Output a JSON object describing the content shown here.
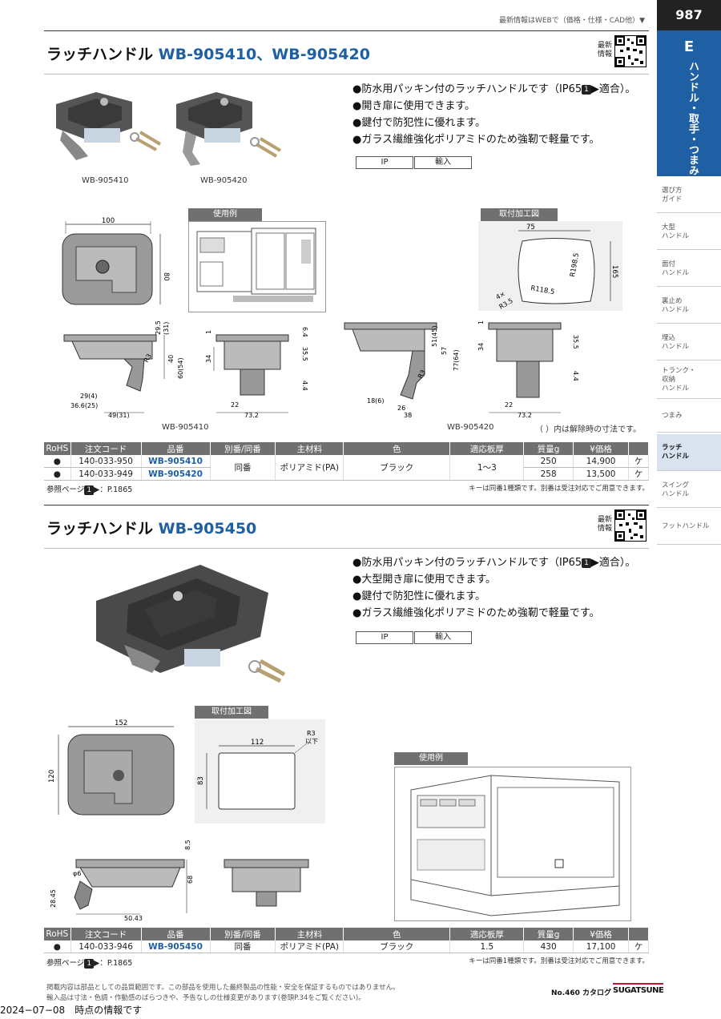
{
  "header": {
    "note": "最新情報はWEBで（価格・仕様・CAD他）▼"
  },
  "sidebar": {
    "page_number": "987",
    "category_letter": "E",
    "category_name": "ハンドル・取手・つまみ",
    "items": [
      {
        "label": "選び方\nガイド"
      },
      {
        "label": "大型\nハンドル"
      },
      {
        "label": "面付\nハンドル"
      },
      {
        "label": "裏止め\nハンドル"
      },
      {
        "label": "埋込\nハンドル"
      },
      {
        "label": "トランク・\n収納\nハンドル"
      },
      {
        "label": "つまみ"
      },
      {
        "label": "ラッチ\nハンドル"
      },
      {
        "label": "スイング\nハンドル"
      },
      {
        "label": "フットハンドル"
      }
    ]
  },
  "section1": {
    "title_prefix": "ラッチハンドル ",
    "title_codes": "WB-905410、WB-905420",
    "qr_label": "最新\n情報",
    "features": [
      {
        "pre": "●防水用パッキン付のラッチハンドルです（IP65",
        "badge": "1",
        "post": "適合）。"
      },
      {
        "text": "●開き扉に使用できます。"
      },
      {
        "text": "●鍵付で防犯性に優れます。"
      },
      {
        "text": "●ガラス繊維強化ポリアミドのため強靭で軽量です。"
      }
    ],
    "tags": [
      "IP",
      "輸入"
    ],
    "photo_caption_1": "WB-905410",
    "photo_caption_2": "WB-905420",
    "usage_label": "使用例",
    "cutout_label": "取付加工図",
    "drawing_caption_1": "WB-905410",
    "drawing_caption_2": "WB-905420",
    "paren_note": "（ ）内は解除時の寸法です。",
    "dims": {
      "front_w": "100",
      "front_h": "80",
      "cut_w": "75",
      "cut_h": "165",
      "cut_r1": "R198.5",
      "cut_r2": "R118.5",
      "cut_corner1": "4×",
      "cut_corner2": "R3.5",
      "s1_a": "29.5",
      "s1_b": "(31)",
      "s1_c": "R3",
      "s1_d": "40",
      "s1_e": "60(54)",
      "s1_f": "29(4)",
      "s1_g": "36.6(25)",
      "s1_h": "49(31)",
      "s2_a": "1",
      "s2_b": "6.4",
      "s2_c": "34",
      "s2_d": "35.5",
      "s2_e": "4.4",
      "s2_f": "22",
      "s2_g": "73.2",
      "s3_a": "51(45)",
      "s3_b": "57",
      "s3_c": "77(64)",
      "s3_d": "R3",
      "s3_e": "18(6)",
      "s3_f": "26",
      "s3_g": "38",
      "s4_a": "1",
      "s4_b": "34",
      "s4_c": "35.5",
      "s4_d": "4.4",
      "s4_e": "22",
      "s4_f": "73.2"
    },
    "table": {
      "headers": [
        "RoHS",
        "注文コード",
        "品番",
        "別番/同番",
        "主材料",
        "色",
        "適応板厚",
        "質量g",
        "¥価格",
        ""
      ],
      "rows": [
        {
          "rohs": "●",
          "order": "140-033-950",
          "part": "WB-905410",
          "mass": "250",
          "price": "14,900",
          "unit": "ケ"
        },
        {
          "rohs": "●",
          "order": "140-033-949",
          "part": "WB-905420",
          "mass": "258",
          "price": "13,500",
          "unit": "ケ"
        }
      ],
      "shared": {
        "same": "同番",
        "material": "ポリアミド(PA)",
        "color": "ブラック",
        "thickness": "1～3"
      }
    },
    "ref_prefix": "参照ページ",
    "ref_badge": "1",
    "ref_page": "：P.1865",
    "key_note": "キーは同番1種類です。別番は受注対応でご用意できます。"
  },
  "section2": {
    "title_prefix": "ラッチハンドル ",
    "title_codes": "WB-905450",
    "qr_label": "最新\n情報",
    "features": [
      {
        "pre": "●防水用パッキン付のラッチハンドルです（IP65",
        "badge": "1",
        "post": "適合）。"
      },
      {
        "text": "●大型開き扉に使用できます。"
      },
      {
        "text": "●鍵付で防犯性に優れます。"
      },
      {
        "text": "●ガラス繊維強化ポリアミドのため強靭で軽量です。"
      }
    ],
    "tags": [
      "IP",
      "輸入"
    ],
    "cutout_label": "取付加工図",
    "usage_label": "使用例",
    "dims": {
      "front_w": "152",
      "front_h": "120",
      "cut_w": "112",
      "cut_h": "83",
      "cut_r": "R3",
      "cut_r_sub": "以下",
      "side_a": "8.5",
      "side_b": "φ6",
      "side_c": "68",
      "side_d": "28.45",
      "side_e": "50.43"
    },
    "table": {
      "headers": [
        "RoHS",
        "注文コード",
        "品番",
        "別番/同番",
        "主材料",
        "色",
        "適応板厚",
        "質量g",
        "¥価格",
        ""
      ],
      "rows": [
        {
          "rohs": "●",
          "order": "140-033-946",
          "part": "WB-905450",
          "same": "同番",
          "material": "ポリアミド(PA)",
          "color": "ブラック",
          "thickness": "1.5",
          "mass": "430",
          "price": "17,100",
          "unit": "ケ"
        }
      ]
    },
    "ref_prefix": "参照ページ",
    "ref_badge": "1",
    "ref_page": "：P.1865",
    "key_note": "キーは同番1種類です。別番は受注対応でご用意できます。"
  },
  "footer": {
    "line1": "掲載内容は部品としての品質範囲です。この部品を使用した最終製品の性能・安全を保証するものではありません。",
    "line2": "輸入品は寸法・色調・作動感のばらつきや、予告なしの仕様変更があります(巻頭P.34をご覧ください)。",
    "catalog": "No.460 カタログ",
    "logo": "SUGATSUNE",
    "date": "2024−07−08　時点の情報です"
  }
}
